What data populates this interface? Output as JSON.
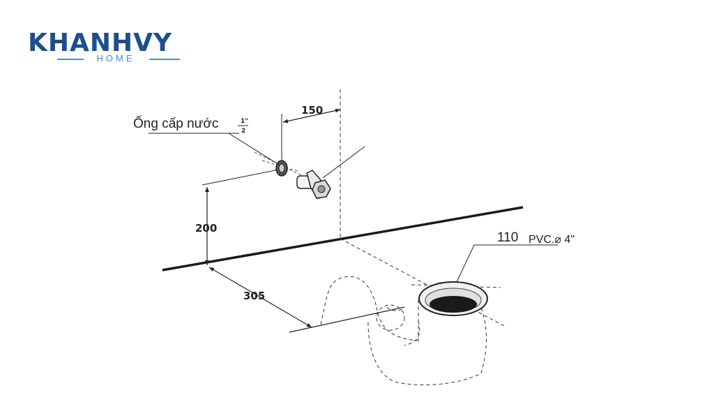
{
  "logo": {
    "brand": "KHANHVY",
    "sub": "HOME",
    "brand_color": "#1f4e8c",
    "sub_color": "#3d8fd4"
  },
  "labels": {
    "water_pipe": "Ống cấp nước",
    "pipe_size_num": "1\"",
    "pipe_size_den": "2",
    "drain_num": "110",
    "drain_spec": "PVC.⌀ 4\""
  },
  "dimensions": {
    "horizontal_offset": "150",
    "height": "200",
    "depth": "305"
  }
}
